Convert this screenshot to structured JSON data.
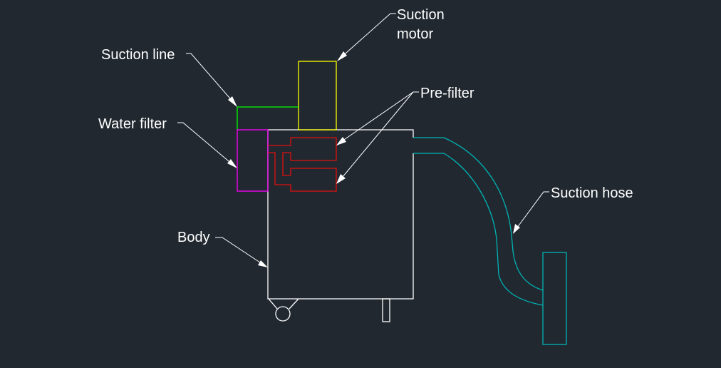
{
  "diagram": {
    "title": "Wet vacuum cleaner components",
    "background": "#212830",
    "parts": [
      {
        "id": "body",
        "name": "Body",
        "color": "#ffffff"
      },
      {
        "id": "suction-motor",
        "name": "Suction motor",
        "color": "#ffff00"
      },
      {
        "id": "suction-line",
        "name": "Suction line",
        "color": "#00ff00"
      },
      {
        "id": "water-filter",
        "name": "Water filter",
        "color": "#ff00ff"
      },
      {
        "id": "pre-filter",
        "name": "Pre-filter",
        "color": "#ff0000"
      },
      {
        "id": "suction-hose",
        "name": "Suction hose",
        "color": "#00b4b4"
      }
    ],
    "labels": {
      "suction_motor_line1": "Suction",
      "suction_motor_line2": "motor",
      "suction_line": "Suction line",
      "water_filter": "Water filter",
      "pre_filter": "Pre-filter",
      "body": "Body",
      "suction_hose": "Suction hose"
    }
  }
}
